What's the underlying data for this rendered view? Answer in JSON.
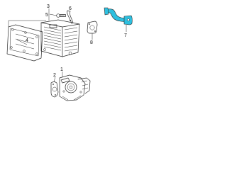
{
  "highlight_color": "#2ec0e0",
  "callouts": {
    "c1": "1",
    "c2": "2",
    "c3": "3",
    "c4": "4",
    "c5": "5",
    "c6": "6",
    "c7": "7",
    "c8": "8"
  }
}
